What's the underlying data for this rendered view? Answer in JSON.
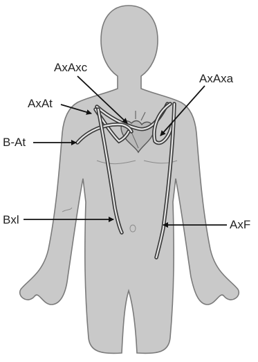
{
  "labels": {
    "axaxc": "AxAxc",
    "axaxa": "AxAxa",
    "axat": "AxAt",
    "bat": "B-At",
    "bxl": "Bxl",
    "axf": "AxF"
  }
}
